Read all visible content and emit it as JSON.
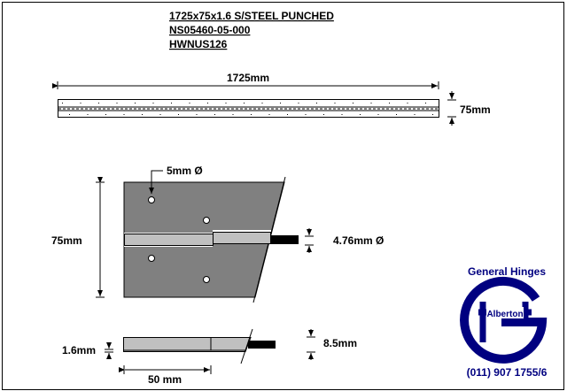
{
  "title": {
    "line1": "1725x75x1.6 S/STEEL PUNCHED",
    "line2": "NS05460-05-000",
    "line3": "HWNUS126"
  },
  "top_view": {
    "length_label": "1725mm",
    "width_label": "75mm"
  },
  "front_view": {
    "height_label": "75mm",
    "hole_label": "5mm Ø",
    "pin_label": "4.76mm Ø"
  },
  "side_view": {
    "thickness_label": "1.6mm",
    "knuckle_label": "8.5mm",
    "length_label": "50 mm"
  },
  "logo": {
    "company": "General Hinges",
    "location": "Alberton",
    "phone": "(011) 907 1755/6",
    "color": "#000080"
  }
}
